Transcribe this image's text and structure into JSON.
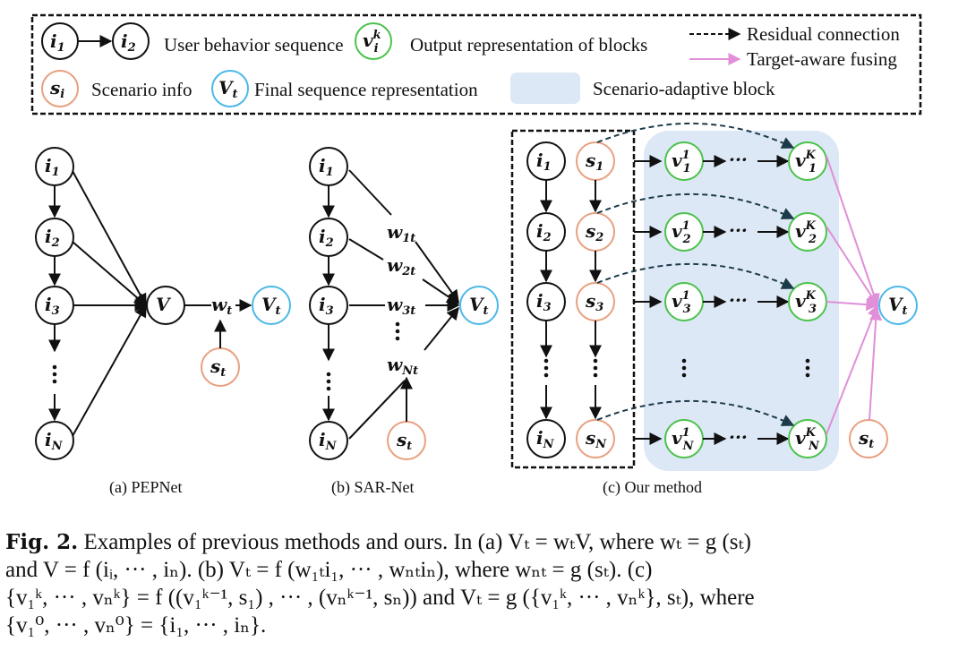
{
  "legend": {
    "seq_node_1": "i",
    "seq_node_1_sub": "1",
    "seq_node_2": "i",
    "seq_node_2_sub": "2",
    "user_behavior_label": "User behavior sequence",
    "output_node": "v",
    "output_node_sup": "k",
    "output_node_sub": "i",
    "output_label": "Output representation of blocks",
    "residual_label": "Residual connection",
    "fusing_label": "Target-aware fusing",
    "scenario_node": "s",
    "scenario_node_sub": "i",
    "scenario_label": "Scenario info",
    "final_node": "V",
    "final_node_sub": "t",
    "final_label": "Final sequence representation",
    "block_label": "Scenario-adaptive block"
  },
  "colors": {
    "sequence": "#111111",
    "scenario": "#e8a080",
    "output": "#4cc24c",
    "final": "#4db8e8",
    "fusing": "#e08fd8",
    "block_fill": "#dce8f5",
    "residual": "#1d3a4a"
  },
  "panel_a": {
    "caption": "(a) PEPNet",
    "nodes": [
      "i1",
      "i2",
      "i3",
      "iN"
    ],
    "node_subs": [
      "1",
      "2",
      "3",
      "N"
    ],
    "aggregate": "V",
    "weight": "w",
    "weight_sub": "t",
    "output": "V",
    "output_sub": "t",
    "scenario": "s",
    "scenario_sub": "t",
    "ellipsis": "⋮"
  },
  "panel_b": {
    "caption": "(b) SAR-Net",
    "node_subs": [
      "1",
      "2",
      "3",
      "N"
    ],
    "weight_subs": [
      "1t",
      "2t",
      "3t",
      "Nt"
    ],
    "weight": "w",
    "output": "V",
    "output_sub": "t",
    "scenario": "s",
    "scenario_sub": "t",
    "ellipsis": "⋮"
  },
  "panel_c": {
    "caption": "(c) Our method",
    "row_subs": [
      "1",
      "2",
      "3",
      "N"
    ],
    "first_block_sup": "1",
    "last_block_sup": "K",
    "output": "V",
    "output_sub": "t",
    "scenario": "s",
    "scenario_sub": "t",
    "hellipsis": "···",
    "ellipsis": "⋮"
  },
  "caption": {
    "label": "Fig. 2.",
    "line1": " Examples of previous methods and ours. In (a) Vₜ = wₜV, where wₜ = g (sₜ)",
    "line2": "and  V  =  f (iᵢ, ··· , iₙ).  (b)  Vₜ  =  f (w₁ₜi₁, ··· , wₙₜiₙ),  where  wₙₜ  =  g (sₜ).  (c)",
    "line3": "{v₁ᵏ, ··· , vₙᵏ} = f ((v₁ᵏ⁻¹, s₁) , ··· , (vₙᵏ⁻¹, sₙ))  and  Vₜ = g ({v₁ᵏ, ··· , vₙᵏ}, sₜ), where",
    "line4": "{v₁⁰, ··· , vₙ⁰} = {i₁, ··· , iₙ}."
  }
}
